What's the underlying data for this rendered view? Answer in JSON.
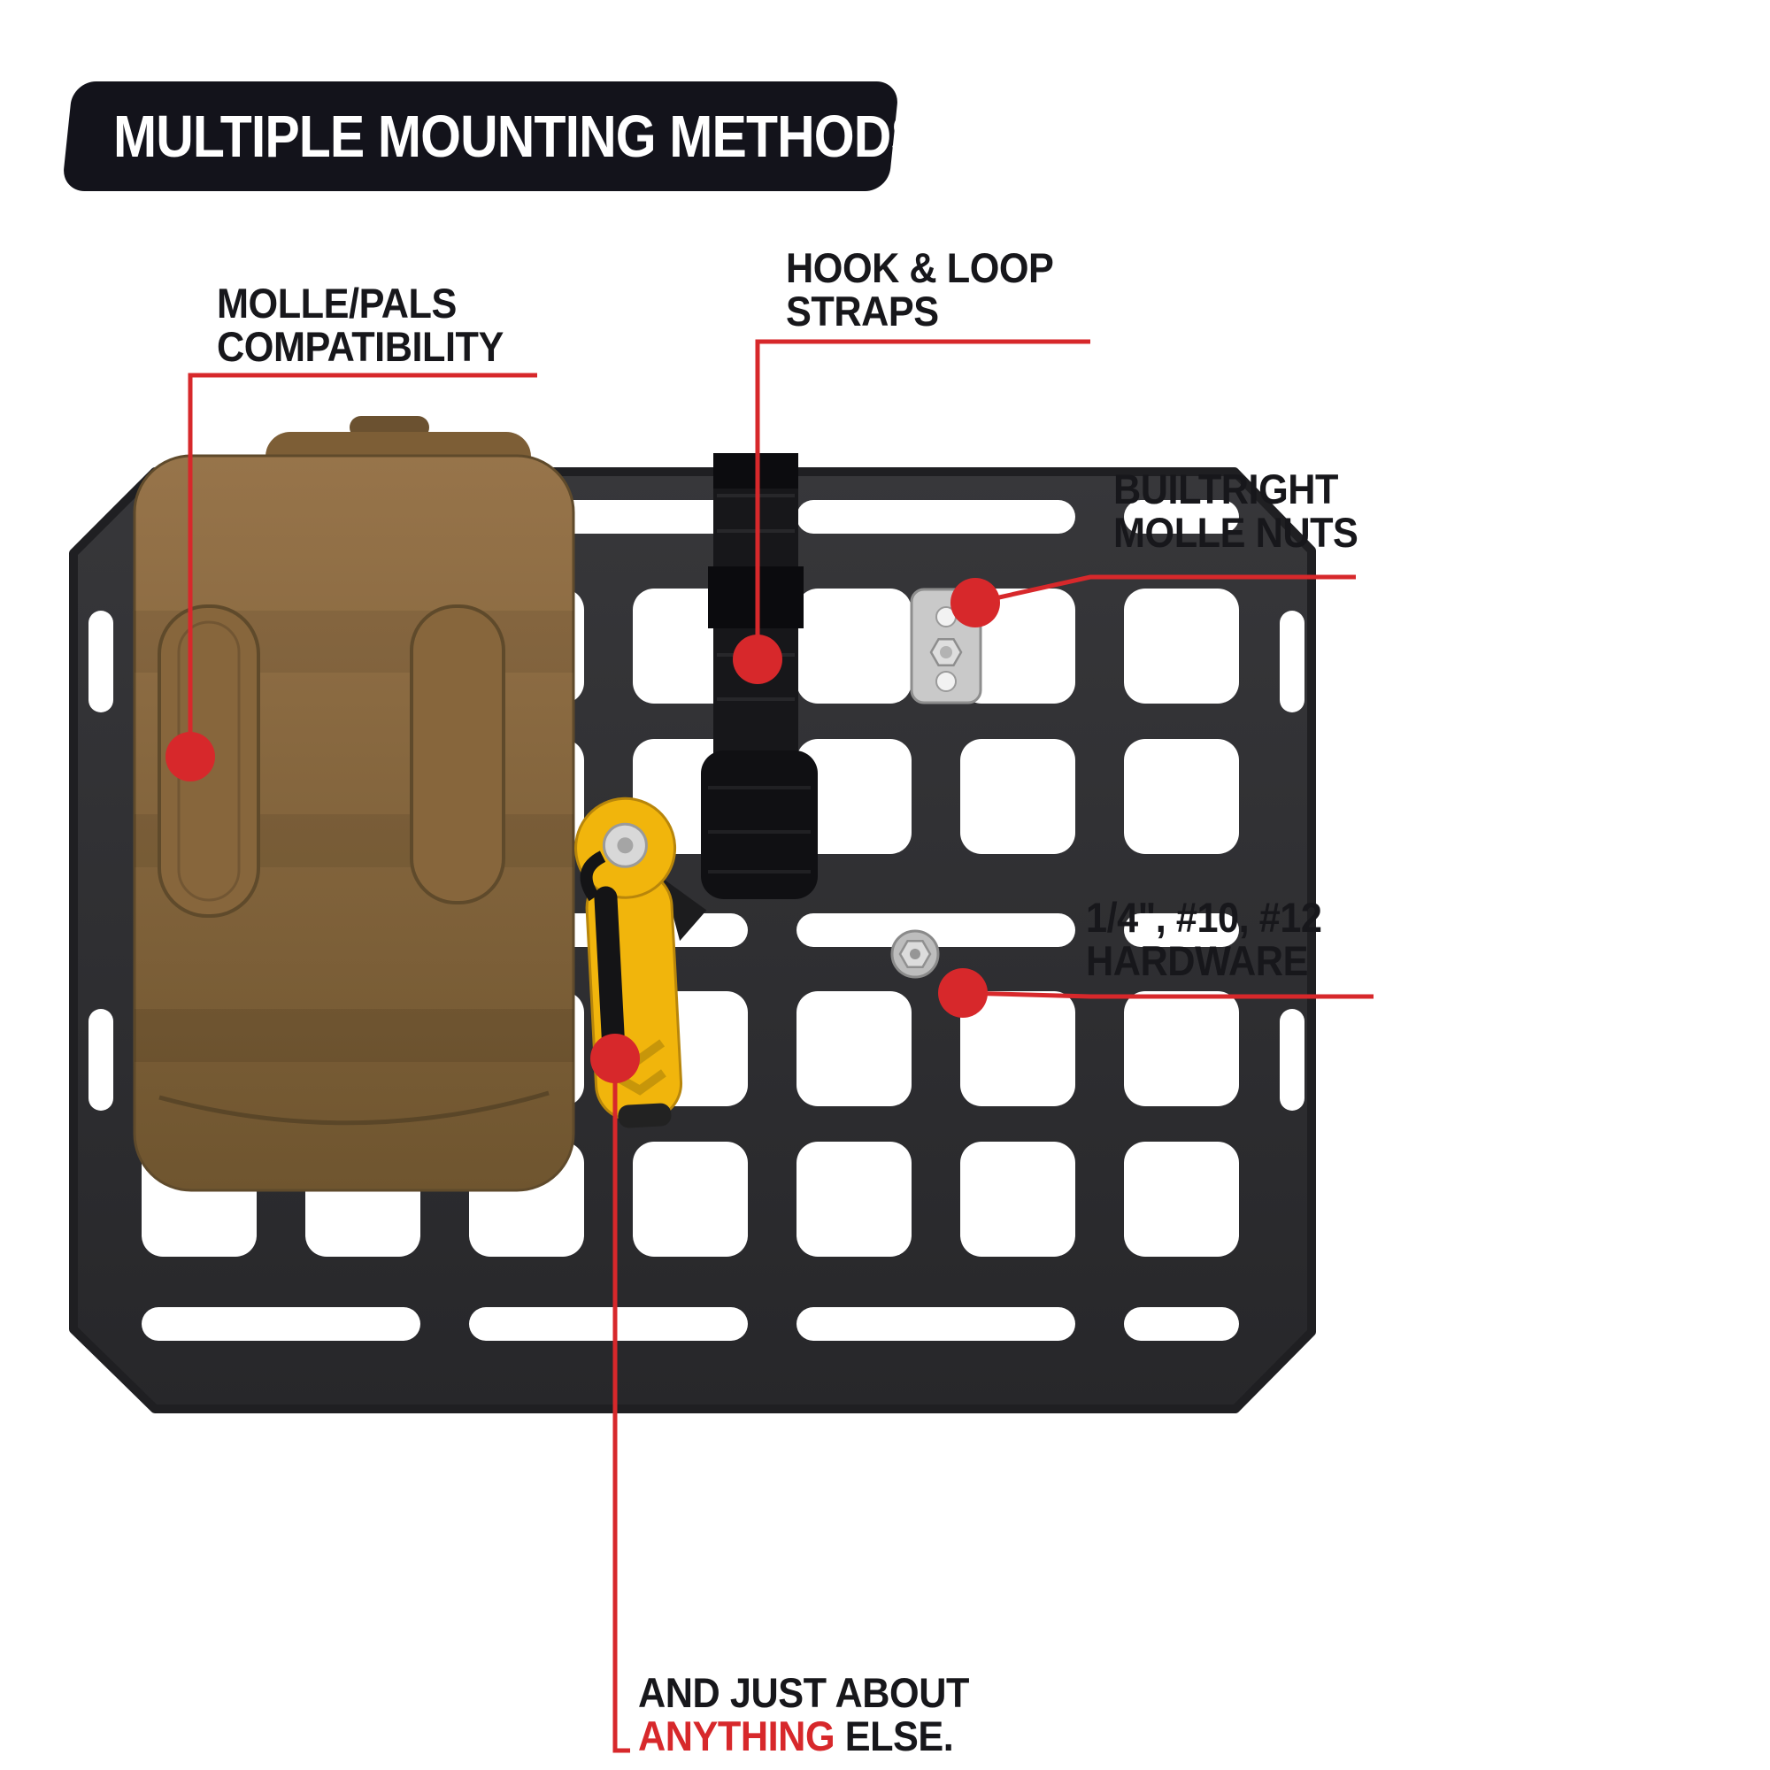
{
  "banner": {
    "title": "MULTIPLE MOUNTING METHODS"
  },
  "callouts": {
    "molle_pals": {
      "line1": "MOLLE/PALS",
      "line2": "COMPATIBILITY"
    },
    "hook_loop": {
      "line1": "HOOK & LOOP",
      "line2": "STRAPS"
    },
    "molle_nuts": {
      "line1": "BUILTRIGHT",
      "line2": "MOLLE NUTS"
    },
    "hardware": {
      "line1": "1/4\", #10, #12",
      "line2": "HARDWARE"
    },
    "anything": {
      "line1": "AND JUST ABOUT",
      "highlight": "ANYTHING",
      "rest": " ELSE."
    }
  },
  "figure": {
    "items": [
      "molle-panel",
      "tan-molle-pouch",
      "hook-loop-strap",
      "molle-nut-plate",
      "hex-bolt",
      "yellow-utility-knife"
    ]
  },
  "colors": {
    "accent_red": "#d7282b",
    "banner_black": "#13131b",
    "text_black": "#17171b",
    "panel_gray": "#2e2e31",
    "pouch_tan": "#8a6a3f",
    "tool_yellow": "#f1b50c"
  }
}
